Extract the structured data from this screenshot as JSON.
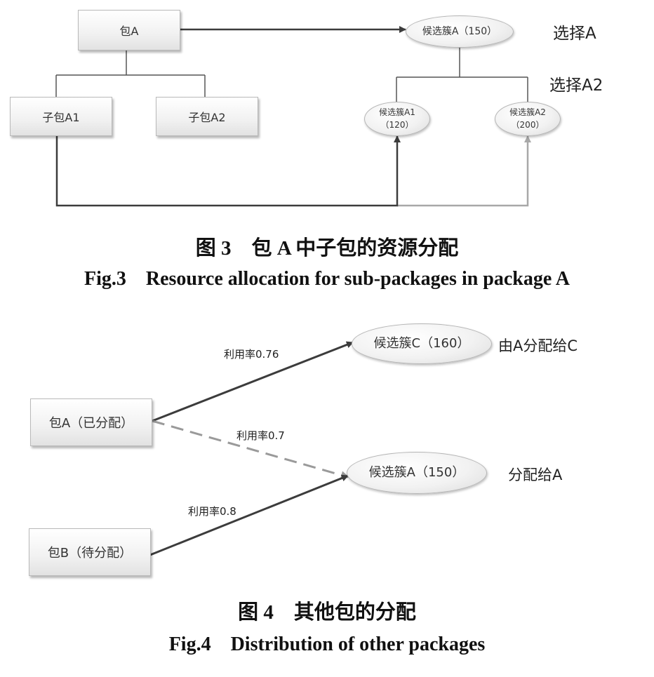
{
  "figure3": {
    "package_a": "包A",
    "sub_a1": "子包A1",
    "sub_a2": "子包A2",
    "candidate_a": "候选簇A（150）",
    "candidate_a1_name": "候选簇A1",
    "candidate_a1_size": "（120）",
    "candidate_a2_name": "候选簇A2",
    "candidate_a2_size": "（200）",
    "note_select_a": "选择A",
    "note_select_a2": "选择A2",
    "caption_cn": "图 3　包 A 中子包的资源分配",
    "caption_en": "Fig.3　Resource allocation for sub-packages in package A"
  },
  "figure4": {
    "package_a": "包A（已分配）",
    "package_b": "包B（待分配）",
    "candidate_c": "候选簇C（160）",
    "candidate_a": "候选簇A（150）",
    "note_c": "由A分配给C",
    "note_a": "分配给A",
    "util_a_c": "利用率0.76",
    "util_a_a": "利用率0.7",
    "util_b_a": "利用率0.8",
    "caption_cn": "图 4　其他包的分配",
    "caption_en": "Fig.4　Distribution of other packages"
  },
  "colors": {
    "dark_line": "#3c3c3c",
    "light_line": "#a8a8a8",
    "dashed_line": "#9a9a9a"
  }
}
